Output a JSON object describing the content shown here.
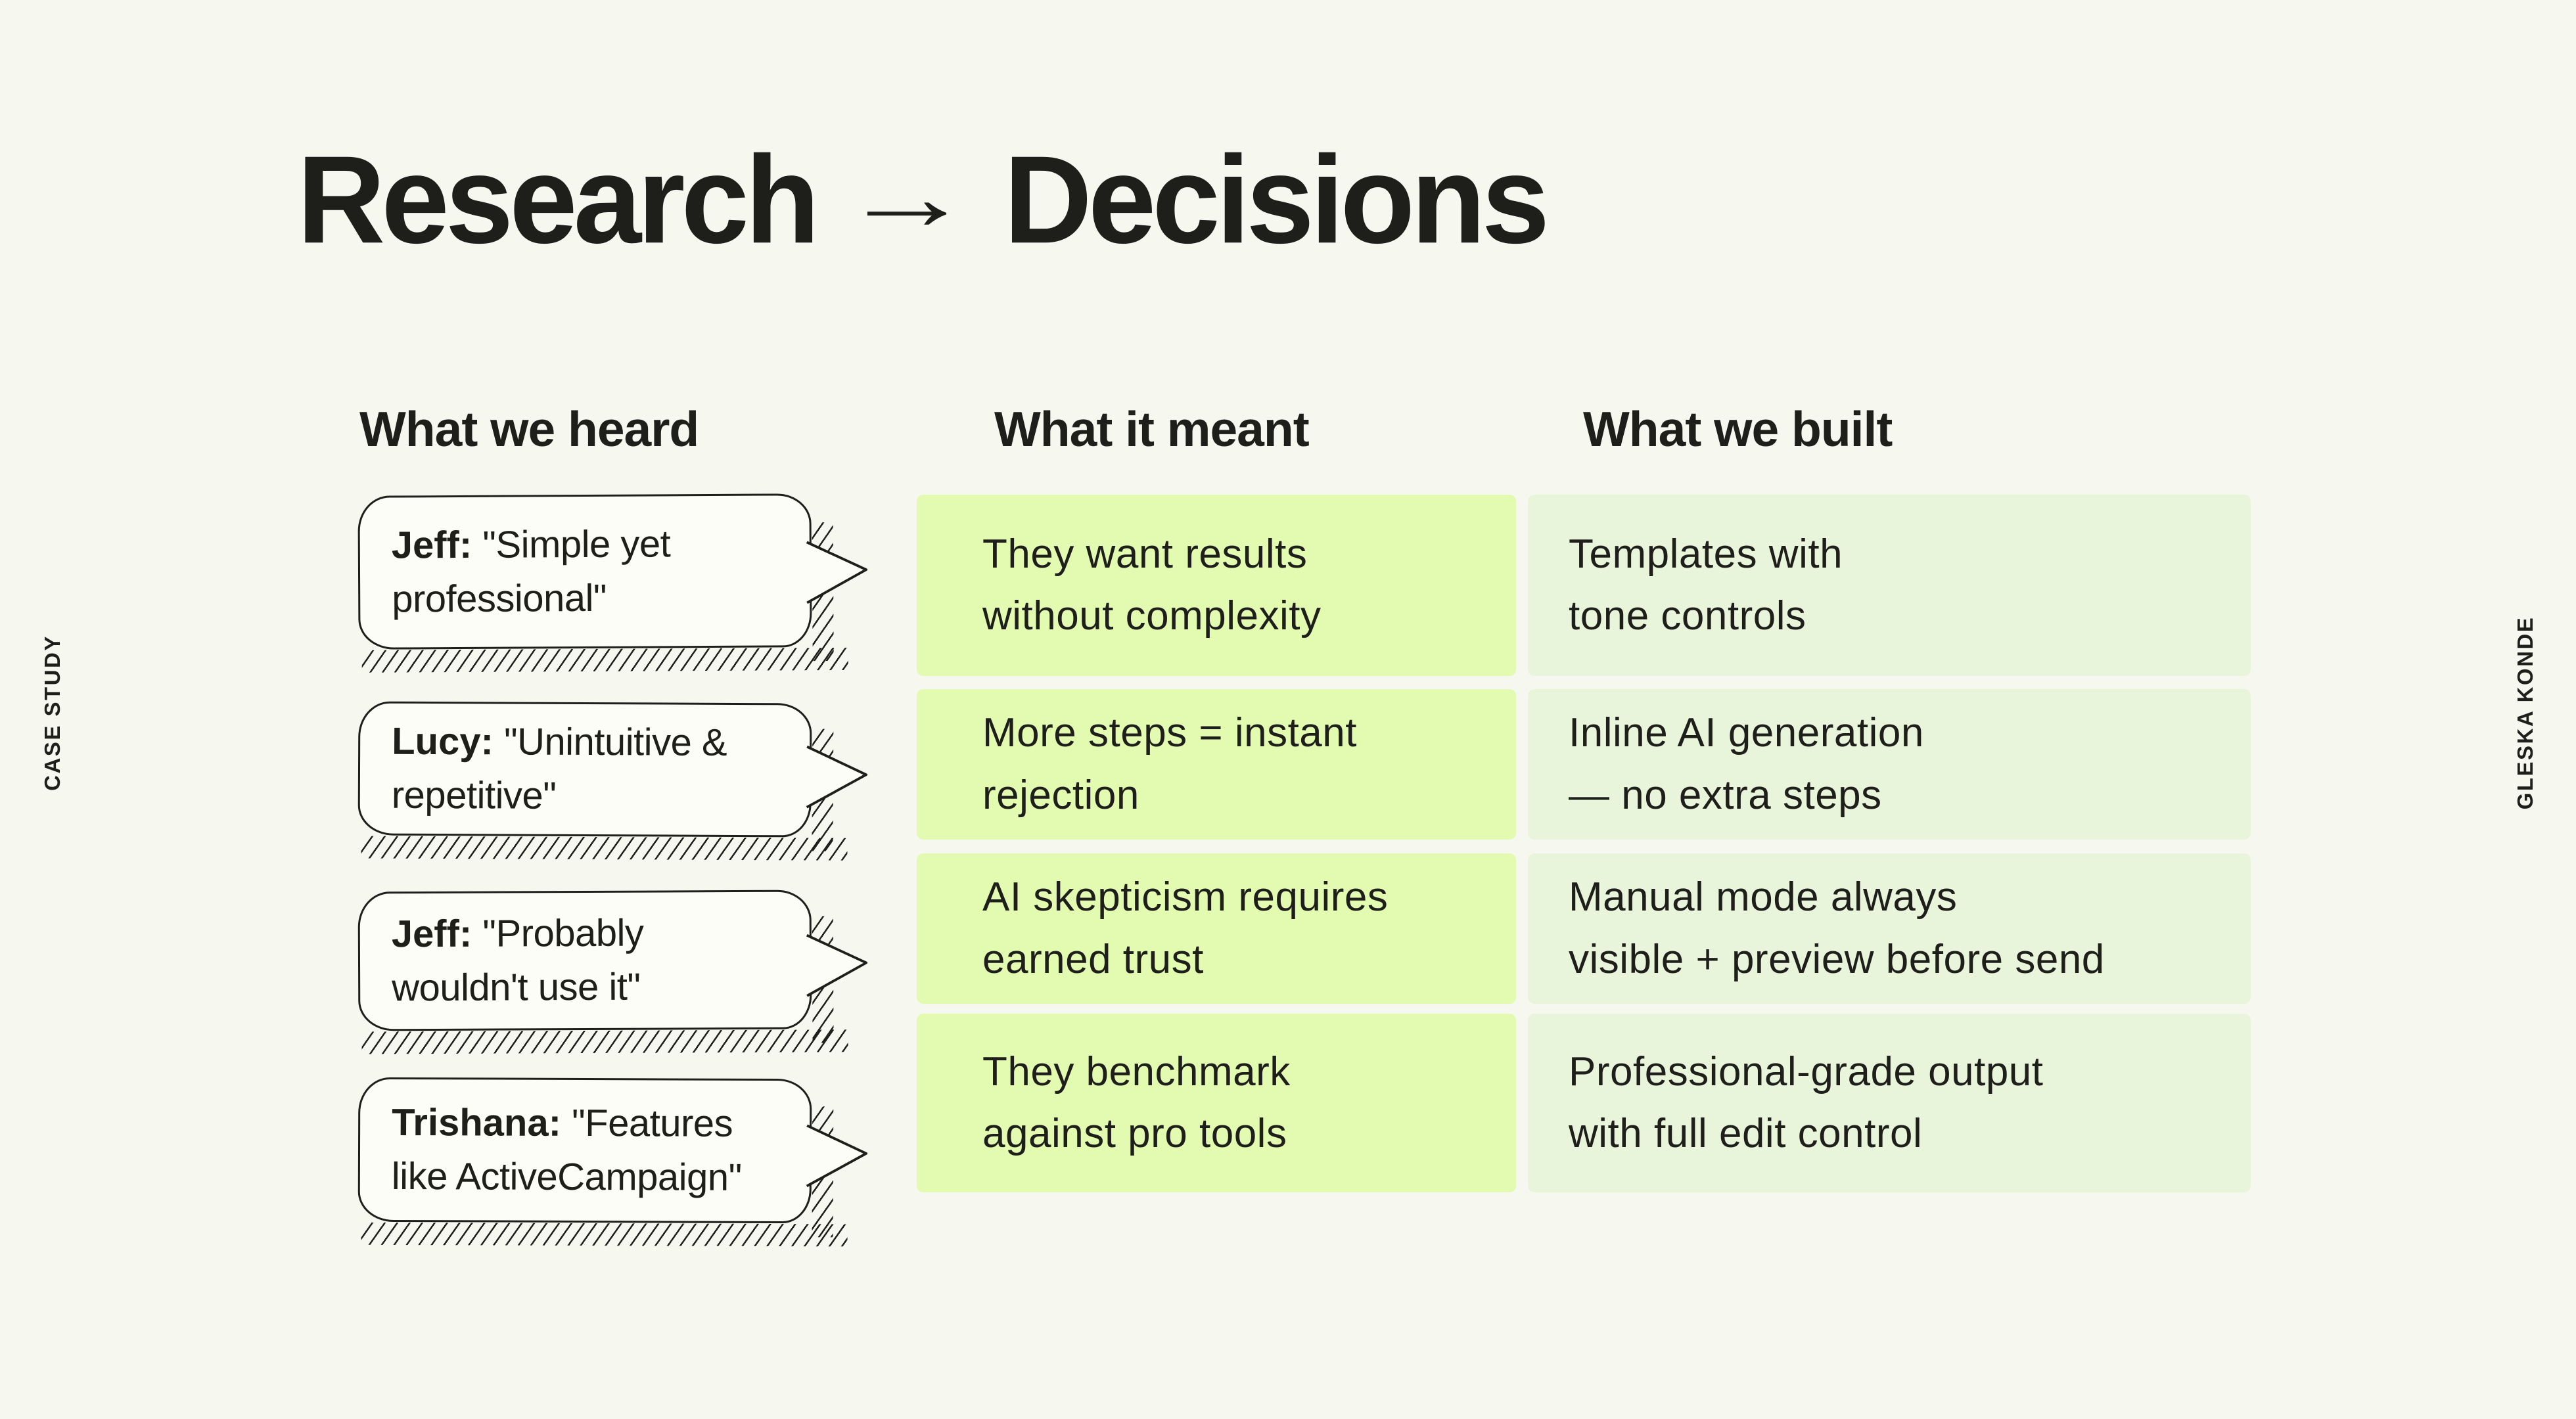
{
  "side_labels": {
    "left": "CASE STUDY",
    "right": "GLESKA KONDE"
  },
  "title": {
    "part1": "Research",
    "arrow": "→",
    "part2": "Decisions"
  },
  "columns": [
    {
      "header": "What we heard"
    },
    {
      "header": "What it meant"
    },
    {
      "header": "What we built"
    }
  ],
  "rows": [
    {
      "speaker": "Jeff:",
      "quote": "\"Simple yet\nprofessional\"",
      "meant": "They want results\nwithout complexity",
      "built": "Templates with\ntone controls"
    },
    {
      "speaker": "Lucy:",
      "quote": "\"Unintuitive &\nrepetitive\"",
      "meant": "More steps = instant\nrejection",
      "built": "Inline AI generation\n— no extra steps"
    },
    {
      "speaker": "Jeff:",
      "quote": "\"Probably\nwouldn't use it\"",
      "meant": "AI skepticism requires\nearned trust",
      "built": "Manual mode always\nvisible + preview before send"
    },
    {
      "speaker": "Trishana:",
      "quote": "\"Features\nlike ActiveCampaign\"",
      "meant": "They benchmark\nagainst pro tools",
      "built": "Professional-grade output\nwith full edit control"
    }
  ],
  "colors": {
    "background": "#f6f7ef",
    "ink": "#1e1e1b",
    "meant_cell": "#e3fab1",
    "built_cell": "#e9f5da",
    "bubble_fill": "#fdfdf8"
  }
}
